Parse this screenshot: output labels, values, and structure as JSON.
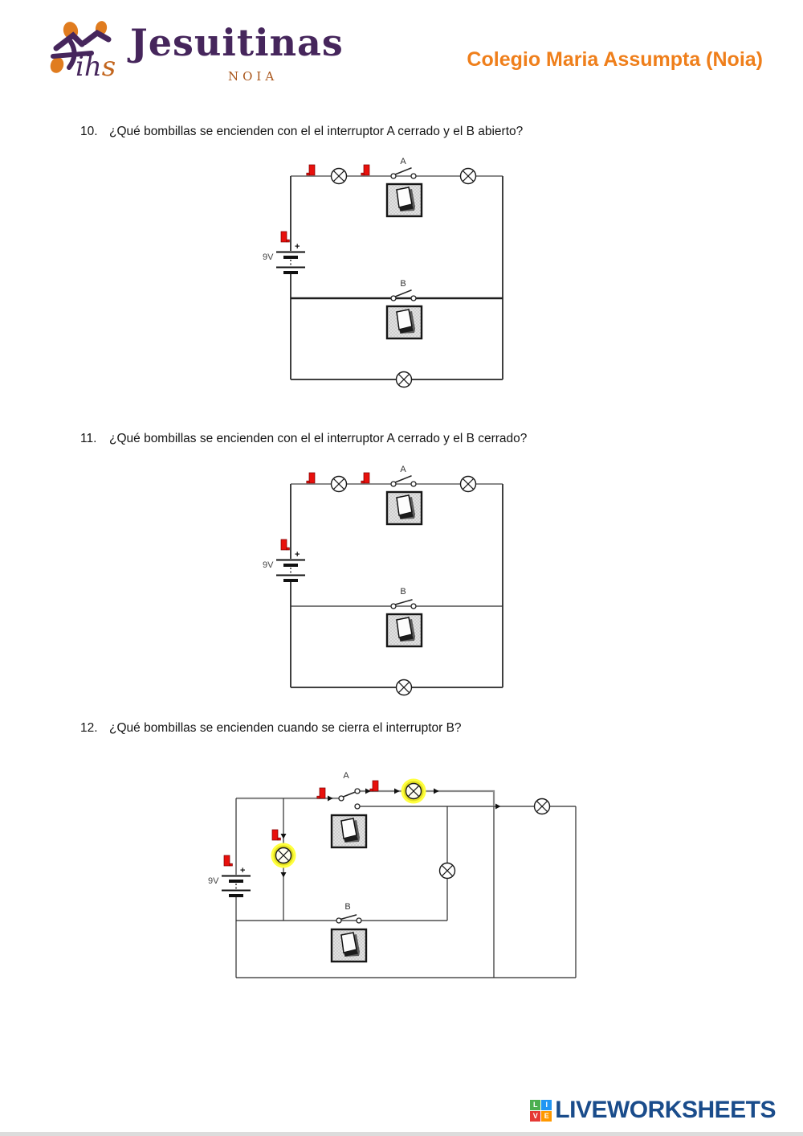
{
  "header": {
    "logo_ih": "ih",
    "logo_s": "s",
    "logo_brand": "Jesuitinas",
    "logo_sub": "Noia",
    "school_title": "Colegio Maria Assumpta (Noia)",
    "title_color": "#ef7f1b",
    "brand_purple": "#46265c",
    "brand_orange": "#c2651d"
  },
  "questions": [
    {
      "number": "10.",
      "text": "¿Qué bombillas se encienden con el el interruptor A cerrado y el B abierto?"
    },
    {
      "number": "11.",
      "text": "¿Qué bombillas se encienden con el el interruptor A cerrado y el B cerrado?"
    },
    {
      "number": "12.",
      "text": "¿Qué bombillas se encienden cuando se cierra el interruptor B?"
    }
  ],
  "circuits": [
    {
      "name": "circuit-q10",
      "battery_label": "9V",
      "plus_label": "+",
      "switch_a_label": "A",
      "switch_b_label": "B",
      "lamps_total": 3,
      "lamps_lit": 0,
      "switch_a_state": "open",
      "switch_b_state": "open"
    },
    {
      "name": "circuit-q11",
      "battery_label": "9V",
      "plus_label": "+",
      "switch_a_label": "A",
      "switch_b_label": "B",
      "lamps_total": 3,
      "lamps_lit": 0,
      "switch_a_state": "open",
      "switch_b_state": "open"
    },
    {
      "name": "circuit-q12",
      "battery_label": "9V",
      "plus_label": "+",
      "switch_a_label": "A",
      "switch_b_label": "B",
      "lamps_total": 4,
      "lamps_lit": 2,
      "switch_a_state": "closed-to-top-branch",
      "switch_b_state": "open"
    }
  ],
  "footer": {
    "brand": "LIVEWORKSHEETS",
    "icon_letters": [
      "L",
      "I",
      "V",
      "E"
    ],
    "icon_colors": [
      "#4caf50",
      "#2196f3",
      "#e53935",
      "#ff9800"
    ],
    "brand_color": "#1a4c8b"
  }
}
